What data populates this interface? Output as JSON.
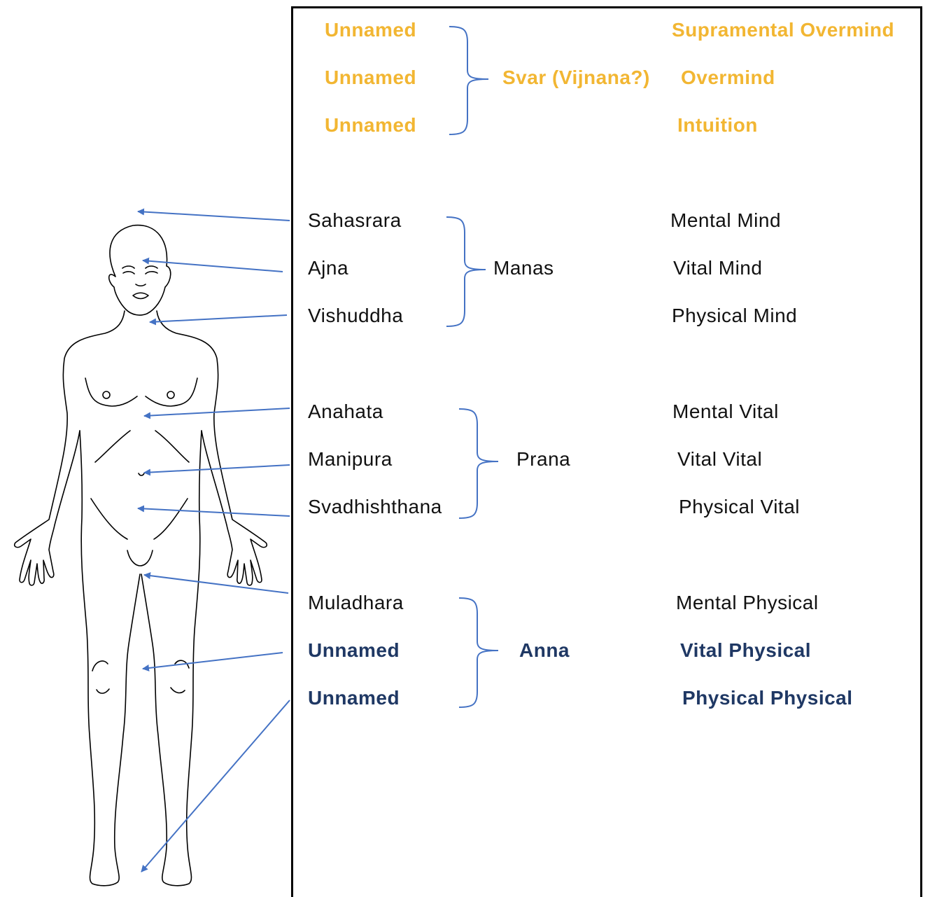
{
  "colors": {
    "gold": "#f2b632",
    "navy": "#1f3864",
    "black": "#111111",
    "arrow": "#4472c4",
    "bracket": "#4472c4"
  },
  "groups": [
    {
      "tier": "gold",
      "chakras": [
        "Unnamed",
        "Unnamed",
        "Unnamed"
      ],
      "center": "Svar (Vijnana?)",
      "planes": [
        "Supramental Overmind",
        "Overmind",
        "Intuition"
      ]
    },
    {
      "tier": "black",
      "chakras": [
        "Sahasrara",
        "Ajna",
        "Vishuddha"
      ],
      "center": "Manas",
      "planes": [
        "Mental Mind",
        "Vital Mind",
        "Physical Mind"
      ]
    },
    {
      "tier": "black",
      "chakras": [
        "Anahata",
        "Manipura",
        "Svadhishthana"
      ],
      "center": "Prana",
      "planes": [
        "Mental Vital",
        "Vital Vital",
        "Physical Vital"
      ]
    },
    {
      "tier": "mixed",
      "chakras": [
        "Muladhara",
        "Unnamed",
        "Unnamed"
      ],
      "center": "Anna",
      "planes": [
        "Mental Physical",
        "Vital Physical",
        "Physical Physical"
      ]
    }
  ],
  "icons": [
    "human-body-outline-icon",
    "arrow-icon",
    "curly-bracket-icon"
  ]
}
